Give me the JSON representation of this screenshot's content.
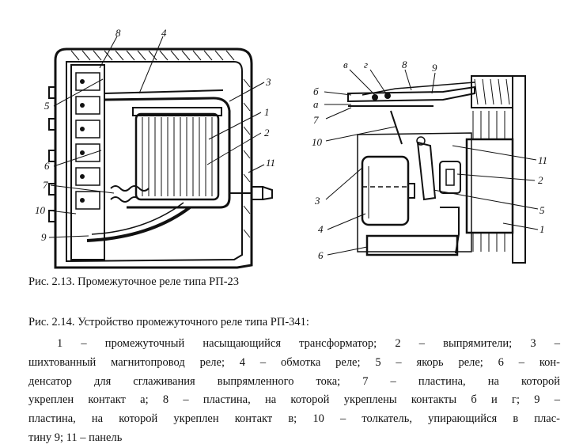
{
  "figure_213": {
    "labels": {
      "n8": "8",
      "n4": "4",
      "n3": "3",
      "n1": "1",
      "n2": "2",
      "n5": "5",
      "n6": "6",
      "n11": "11",
      "n7": "7",
      "n10": "10",
      "n9": "9"
    }
  },
  "figure_214": {
    "labels": {
      "v": "в",
      "g": "г",
      "n8": "8",
      "n9": "9",
      "b": "б",
      "a": "а",
      "n7": "7",
      "n10": "10",
      "n11": "11",
      "n2": "2",
      "n3": "3",
      "n5": "5",
      "n4": "4",
      "n1": "1",
      "n6": "6"
    }
  },
  "caption_213": "Рис. 2.13. Промежуточное реле типа РП-23",
  "caption_214": "Рис. 2.14. Устройство промежуточного реле типа РП-341:",
  "legend_lines": [
    "1 – промежуточный насыщающийся трансформатор; 2 – выпрямители; 3 –",
    "шихтованный магнитопровод реле; 4 – обмотка реле; 5 – якорь реле; 6 – кон-",
    "денсатор для сглаживания выпрямленного тока; 7 – пластина, на которой",
    "укреплен контакт а; 8 – пластина, на которой укреплены контакты б и г; 9 –",
    "пластина, на которой укреплен контакт в; 10 – толкатель, упирающийся в плас-",
    "тину 9; 11 – панель"
  ]
}
